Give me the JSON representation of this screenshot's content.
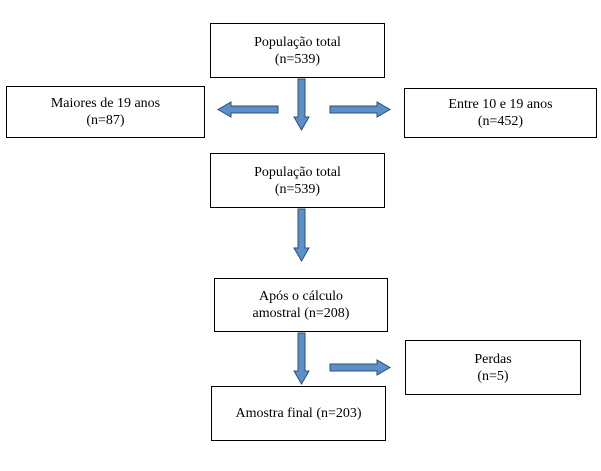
{
  "colors": {
    "arrow_fill": "#5b8fc9",
    "arrow_stroke": "#2e4f73",
    "box_border": "#000000"
  },
  "nodes": {
    "populacao_total_1": {
      "line1": "População total",
      "line2": "(n=539)"
    },
    "maiores_19": {
      "line1": "Maiores de 19 anos",
      "line2": "(n=87)"
    },
    "entre_10_19": {
      "line1": "Entre 10 e 19 anos",
      "line2": "(n=452)"
    },
    "populacao_total_2": {
      "line1": "População total",
      "line2": "(n=539)"
    },
    "apos_calculo": {
      "line1": "Após o cálculo",
      "line2": "amostral (n=208)"
    },
    "perdas": {
      "line1": "Perdas",
      "line2": "(n=5)"
    },
    "amostra_final": {
      "line1": "Amostra final (n=203)"
    }
  }
}
